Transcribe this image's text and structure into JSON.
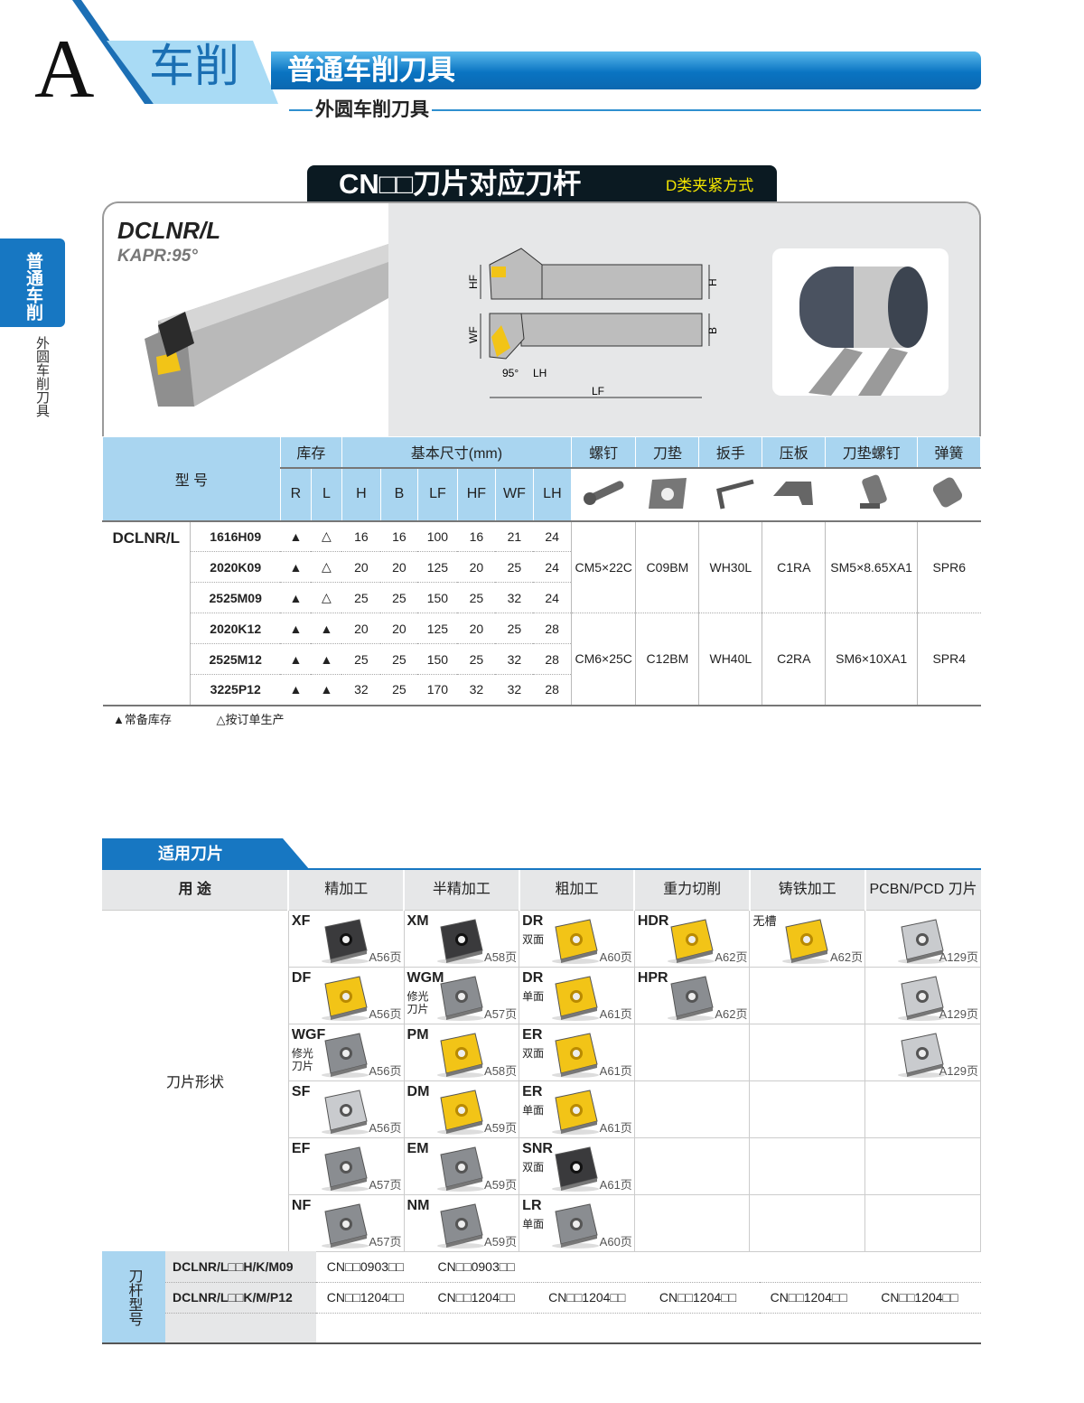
{
  "header": {
    "letter": "A",
    "category": "车削",
    "title": "普通车削刀具",
    "subtitle": "外圆车削刀具"
  },
  "side": {
    "tab": "普通车削",
    "sub": "外圆车削刀具"
  },
  "section_title": {
    "main": "CN□□刀片对应刀杆",
    "clamp": "D类夹紧方式"
  },
  "product": {
    "model": "DCLNR/L",
    "kapr": "KAPR:95°",
    "dims": {
      "hf": "HF",
      "h": "H",
      "wf": "WF",
      "b": "B",
      "angle": "95°",
      "lh": "LH",
      "lf": "LF"
    }
  },
  "spec": {
    "headers": {
      "model": "型 号",
      "stock": "库存",
      "dims": "基本尺寸(mm)",
      "screw": "螺钉",
      "shim": "刀垫",
      "wrench": "扳手",
      "clamp": "压板",
      "shim_screw": "刀垫螺钉",
      "spring": "弹簧"
    },
    "subheaders": [
      "R",
      "L",
      "H",
      "B",
      "LF",
      "HF",
      "WF",
      "LH"
    ],
    "family": "DCLNR/L",
    "rows": [
      {
        "code": "1616H09",
        "R": "▲",
        "L": "△",
        "H": "16",
        "B": "16",
        "LF": "100",
        "HF": "16",
        "WF": "21",
        "LH": "24"
      },
      {
        "code": "2020K09",
        "R": "▲",
        "L": "△",
        "H": "20",
        "B": "20",
        "LF": "125",
        "HF": "20",
        "WF": "25",
        "LH": "24"
      },
      {
        "code": "2525M09",
        "R": "▲",
        "L": "△",
        "H": "25",
        "B": "25",
        "LF": "150",
        "HF": "25",
        "WF": "32",
        "LH": "24"
      },
      {
        "code": "2020K12",
        "R": "▲",
        "L": "▲",
        "H": "20",
        "B": "20",
        "LF": "125",
        "HF": "20",
        "WF": "25",
        "LH": "28"
      },
      {
        "code": "2525M12",
        "R": "▲",
        "L": "▲",
        "H": "25",
        "B": "25",
        "LF": "150",
        "HF": "25",
        "WF": "32",
        "LH": "28"
      },
      {
        "code": "3225P12",
        "R": "▲",
        "L": "▲",
        "H": "32",
        "B": "25",
        "LF": "170",
        "HF": "32",
        "WF": "32",
        "LH": "28"
      }
    ],
    "parts": [
      {
        "screw": "CM5×22C",
        "shim": "C09BM",
        "wrench": "WH30L",
        "clamp": "C1RA",
        "shim_screw": "SM5×8.65XA1",
        "spring": "SPR6"
      },
      {
        "screw": "CM6×25C",
        "shim": "C12BM",
        "wrench": "WH40L",
        "clamp": "C2RA",
        "shim_screw": "SM6×10XA1",
        "spring": "SPR4"
      }
    ],
    "legend": [
      "▲常备库存",
      "△按订单生产"
    ]
  },
  "inserts": {
    "tab": "适用刀片",
    "headers": [
      "用 途",
      "精加工",
      "半精加工",
      "粗加工",
      "重力切削",
      "铸铁加工",
      "PCBN/PCD 刀片"
    ],
    "row_label": "刀片形状",
    "colors": {
      "dark": "#3a3a3c",
      "yellow": "#f2c417",
      "gray": "#8a8d91",
      "silver": "#c9cbce"
    },
    "grid": [
      [
        {
          "l": "XF",
          "s": "",
          "p": "A56页",
          "c": "dark"
        },
        {
          "l": "XM",
          "s": "",
          "p": "A58页",
          "c": "dark"
        },
        {
          "l": "DR",
          "s": "双面",
          "p": "A60页",
          "c": "yellow"
        },
        {
          "l": "HDR",
          "s": "",
          "p": "A62页",
          "c": "yellow"
        },
        {
          "l": "",
          "s": "无槽",
          "p": "A62页",
          "c": "yellow"
        },
        {
          "l": "",
          "s": "",
          "p": "A129页",
          "c": "silver"
        }
      ],
      [
        {
          "l": "DF",
          "s": "",
          "p": "A56页",
          "c": "yellow"
        },
        {
          "l": "WGM",
          "s": "修光刀片",
          "p": "A57页",
          "c": "gray"
        },
        {
          "l": "DR",
          "s": "单面",
          "p": "A61页",
          "c": "yellow"
        },
        {
          "l": "HPR",
          "s": "",
          "p": "A62页",
          "c": "gray"
        },
        null,
        {
          "l": "",
          "s": "",
          "p": "A129页",
          "c": "silver"
        }
      ],
      [
        {
          "l": "WGF",
          "s": "修光刀片",
          "p": "A56页",
          "c": "gray"
        },
        {
          "l": "PM",
          "s": "",
          "p": "A58页",
          "c": "yellow"
        },
        {
          "l": "ER",
          "s": "双面",
          "p": "A61页",
          "c": "yellow"
        },
        null,
        null,
        {
          "l": "",
          "s": "",
          "p": "A129页",
          "c": "silver"
        }
      ],
      [
        {
          "l": "SF",
          "s": "",
          "p": "A56页",
          "c": "silver"
        },
        {
          "l": "DM",
          "s": "",
          "p": "A59页",
          "c": "yellow"
        },
        {
          "l": "ER",
          "s": "单面",
          "p": "A61页",
          "c": "yellow"
        },
        null,
        null,
        null
      ],
      [
        {
          "l": "EF",
          "s": "",
          "p": "A57页",
          "c": "gray"
        },
        {
          "l": "EM",
          "s": "",
          "p": "A59页",
          "c": "gray"
        },
        {
          "l": "SNR",
          "s": "双面",
          "p": "A61页",
          "c": "dark"
        },
        null,
        null,
        null
      ],
      [
        {
          "l": "NF",
          "s": "",
          "p": "A57页",
          "c": "gray"
        },
        {
          "l": "NM",
          "s": "",
          "p": "A59页",
          "c": "gray"
        },
        {
          "l": "LR",
          "s": "单面",
          "p": "A60页",
          "c": "gray"
        },
        null,
        null,
        null
      ]
    ]
  },
  "holders": {
    "label": "刀杆型号",
    "rows": [
      {
        "model": "DCLNR/L□□H/K/M09",
        "inserts": [
          "CN□□0903□□",
          "CN□□0903□□",
          "",
          "",
          "",
          ""
        ]
      },
      {
        "model": "DCLNR/L□□K/M/P12",
        "inserts": [
          "CN□□1204□□",
          "CN□□1204□□",
          "CN□□1204□□",
          "CN□□1204□□",
          "CN□□1204□□",
          "CN□□1204□□"
        ]
      }
    ]
  }
}
